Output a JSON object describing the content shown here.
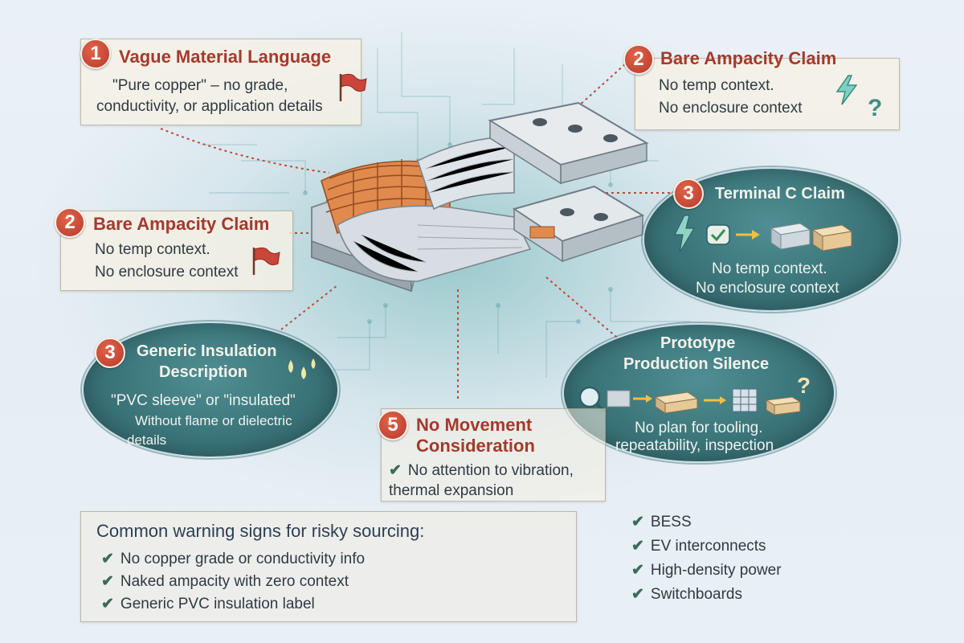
{
  "callouts": {
    "c1": {
      "number": "1",
      "title": "Vague Material Language",
      "line1": "\"Pure copper\" – no grade,",
      "line2": "conductivity, or application details"
    },
    "c2_top": {
      "number": "2",
      "title": "Bare Ampacity Claim",
      "line1": "No temp context.",
      "line2": "No enclosure context"
    },
    "c2_left": {
      "number": "2",
      "title": "Bare Ampacity Claim",
      "line1": "No temp context.",
      "line2": "No enclosure context"
    },
    "c3_right": {
      "number": "3",
      "title": "Terminal C Claim",
      "line1": "No temp context.",
      "line2": "No enclosure context"
    },
    "c3_left": {
      "number": "3",
      "title_line1": "Generic Insulation",
      "title_line2": "Description",
      "line1": "\"PVC sleeve\" or \"insulated\"",
      "line2": "Without flame or dielectric",
      "line3": "details"
    },
    "c_proto": {
      "title_line1": "Prototype",
      "title_line2": "Production Silence",
      "line1": "No plan for tooling.",
      "line2": "repeatability, inspection"
    },
    "c5": {
      "number": "5",
      "title_line1": "No Movement",
      "title_line2": "Consideration",
      "line1": "No attention to vibration,",
      "line2": "thermal expansion"
    }
  },
  "warnings": {
    "heading": "Common warning signs for risky sourcing:",
    "items": [
      "No copper grade or conductivity info",
      "Naked ampacity with zero context",
      "Generic PVC insulation label"
    ]
  },
  "applications": {
    "items": [
      "BESS",
      "EV interconnects",
      "High-density power",
      "Switchboards"
    ]
  },
  "icons": {
    "check": "✔",
    "question": "?"
  },
  "colors": {
    "accent_red": "#b8392b",
    "title_red": "#a33a2c",
    "teal": "#3a7479",
    "copper": "#d9824a",
    "check_green": "#3c6a5c"
  }
}
